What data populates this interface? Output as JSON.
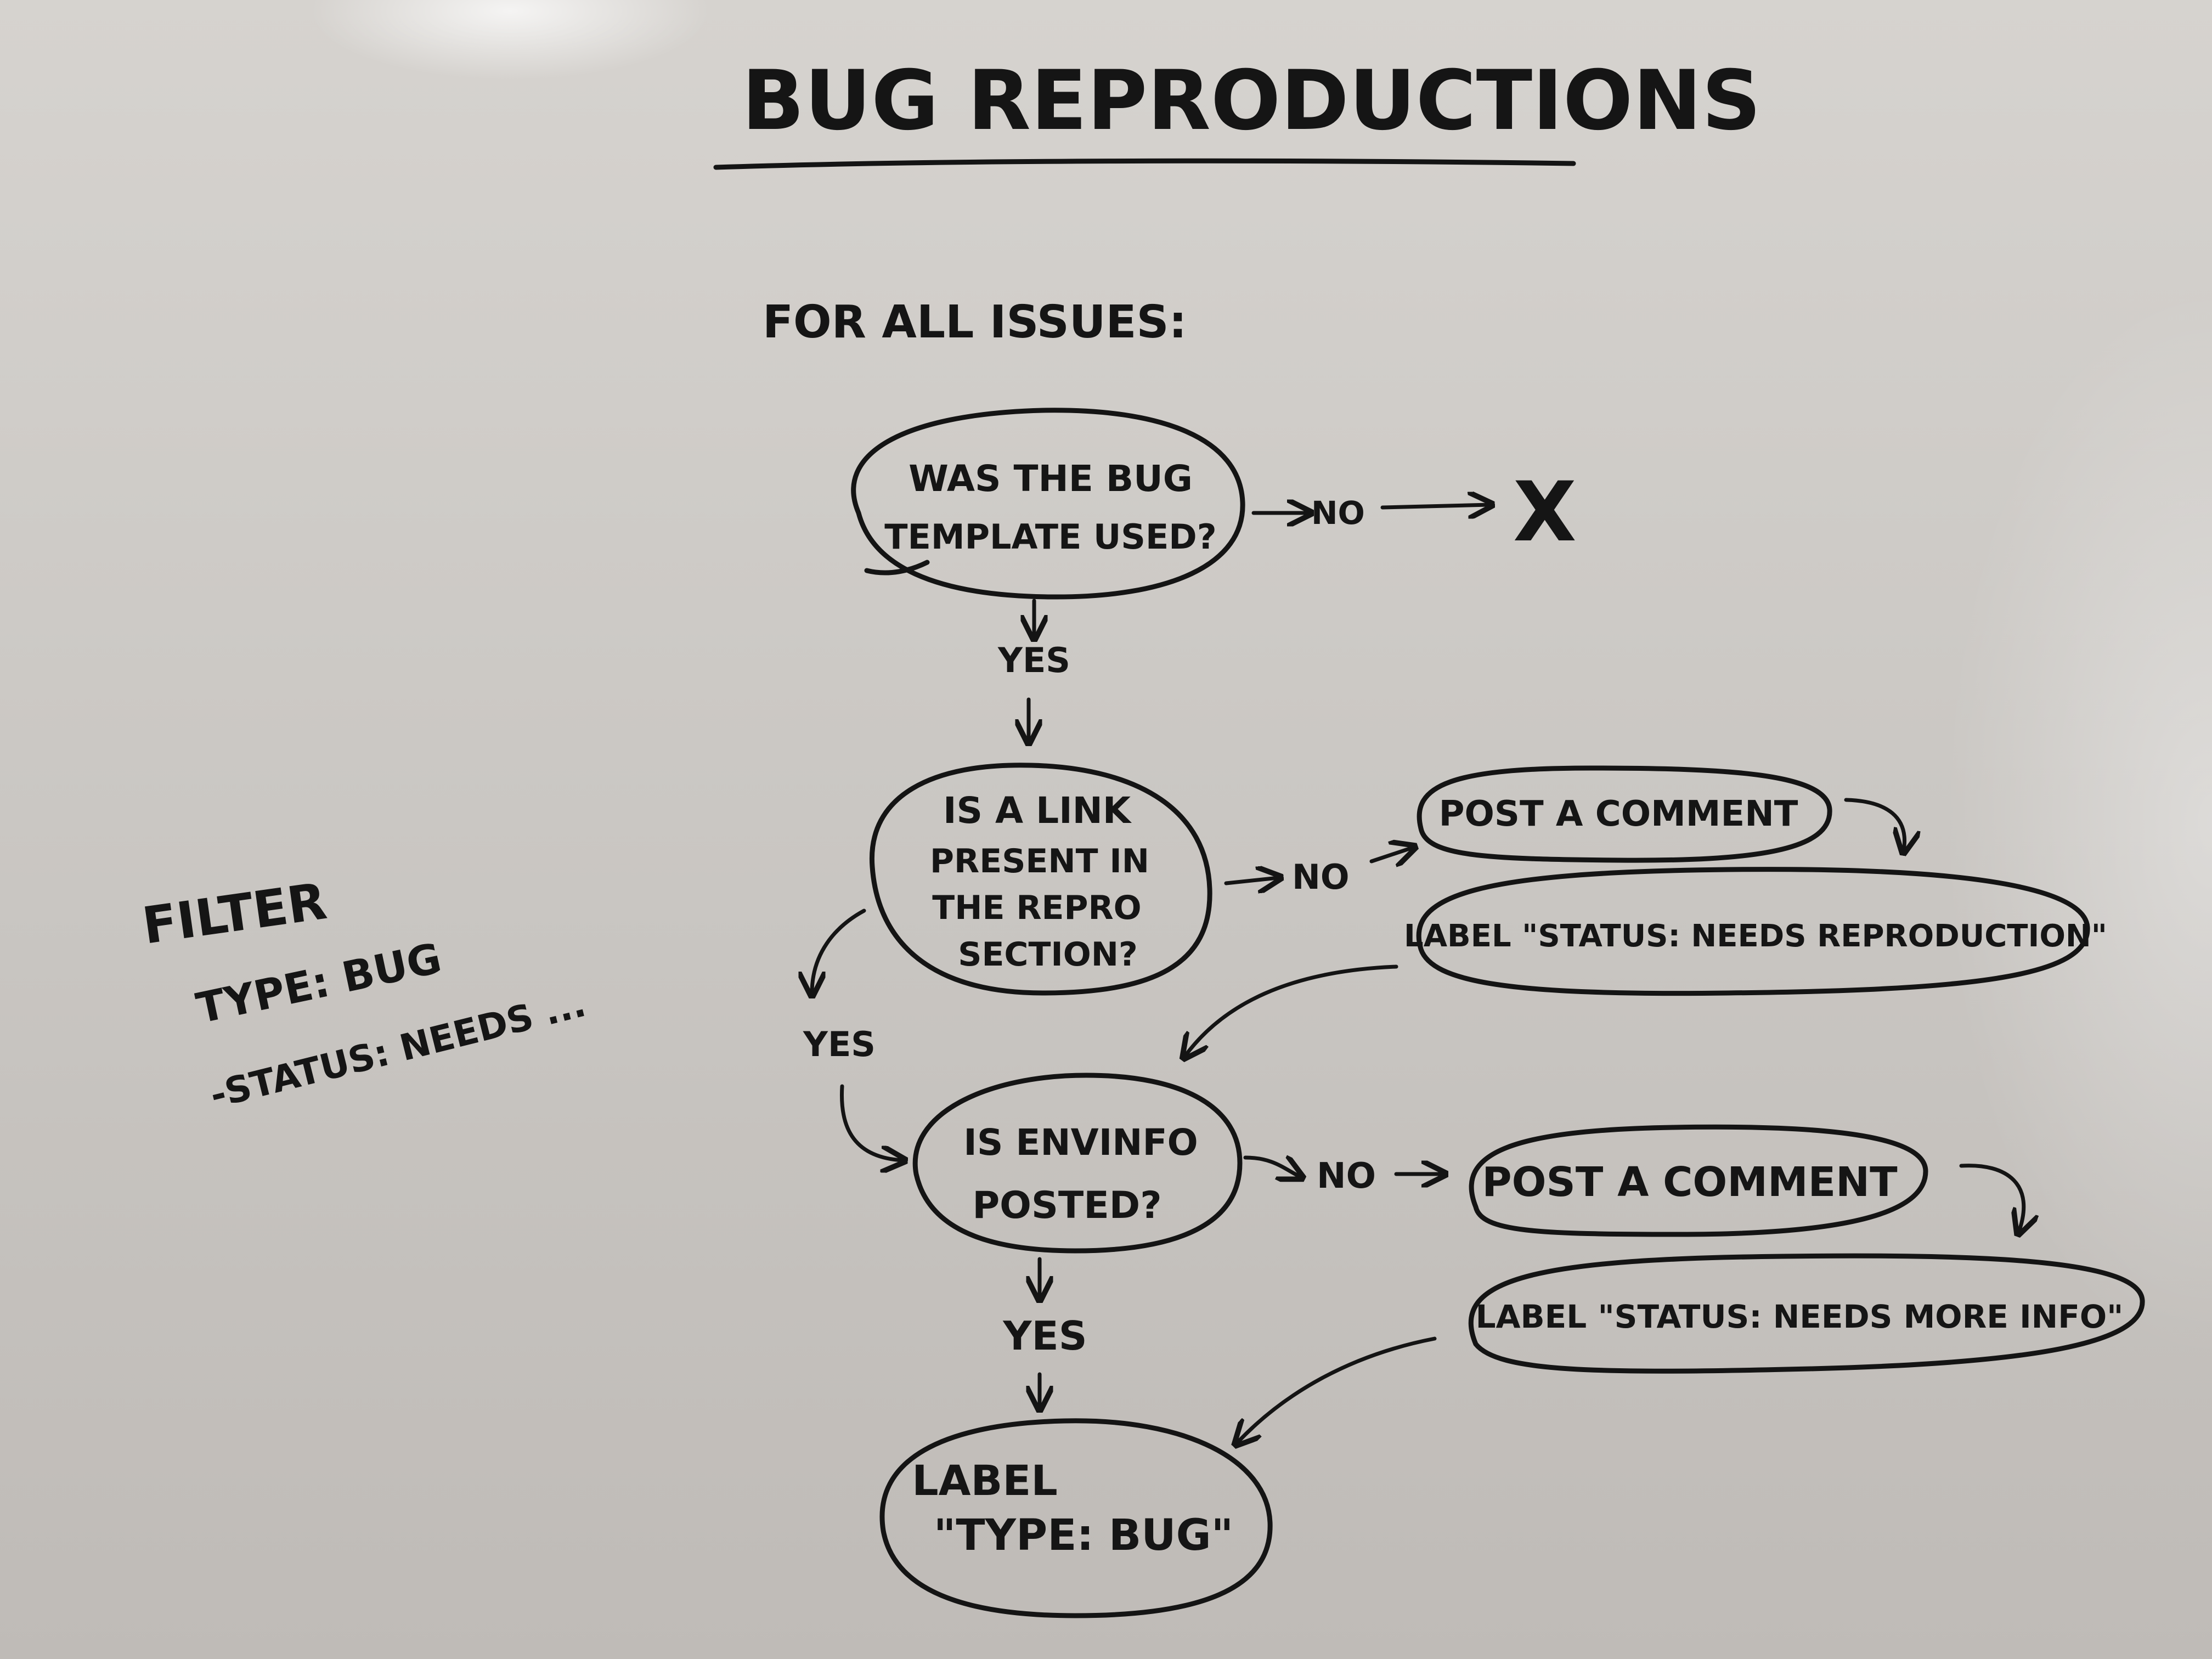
{
  "title": "BUG REPRODUCTIONS",
  "subtitle": "FOR ALL ISSUES:",
  "filter": {
    "heading": "FILTER",
    "lines": [
      "TYPE: BUG",
      "-STATUS: NEEDS ..."
    ]
  },
  "nodes": {
    "template_question": [
      "WAS THE BUG",
      "TEMPLATE USED?"
    ],
    "template_no_end": "X",
    "link_question": [
      "IS A LINK",
      "PRESENT IN",
      "THE REPRO",
      "SECTION?"
    ],
    "repro_comment": "POST A COMMENT",
    "repro_label": "LABEL \"STATUS: NEEDS REPRODUCTION\"",
    "envinfo_question": [
      "IS ENVINFO",
      "POSTED?"
    ],
    "envinfo_comment": "POST A COMMENT",
    "envinfo_label": "LABEL \"STATUS: NEEDS MORE INFO\"",
    "final_label": [
      "LABEL",
      "\"TYPE: BUG\""
    ]
  },
  "edges": {
    "template_no": "NO",
    "template_yes": "YES",
    "link_no": "NO",
    "link_yes": "YES",
    "envinfo_no": "NO",
    "envinfo_yes": "YES"
  }
}
